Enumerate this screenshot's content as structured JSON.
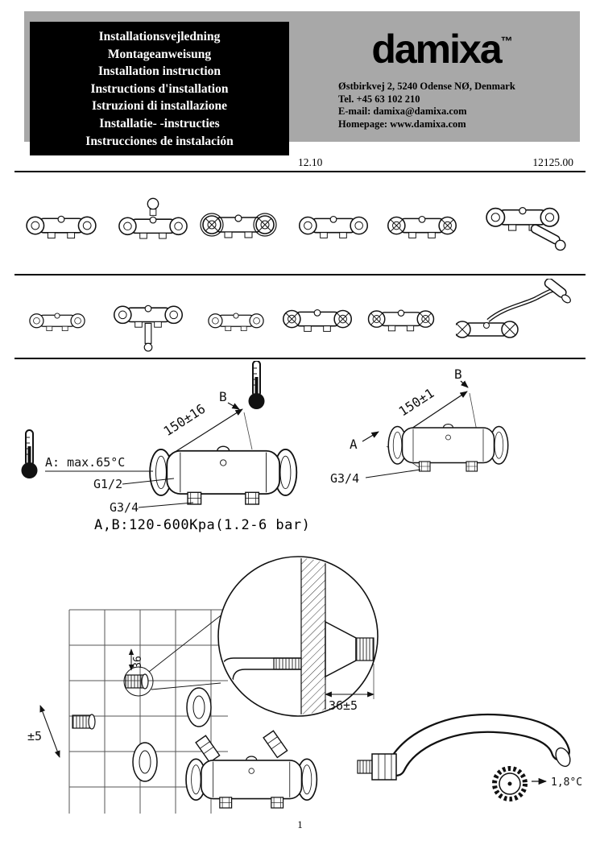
{
  "page": {
    "number": "1"
  },
  "header": {
    "languages": [
      "Installationsvejledning",
      "Montageanweisung",
      "Installation instruction",
      "Instructions d'installation",
      "Istruzioni di installazione",
      "Installatie- -instructies",
      "Instrucciones de instalación"
    ],
    "brand": "damixa",
    "trademark": "™",
    "address_line": "Østbirkvej 2, 5240 Odense NØ, Denmark",
    "phone_line": "Tel. +45 63 102 210",
    "email_line": "E-mail: damixa@damixa.com",
    "homepage_line": "Homepage: www.damixa.com",
    "doc_date": "12.10",
    "doc_number": "12125.00"
  },
  "tech": {
    "left": {
      "label_b": "B",
      "dim_span": "150±16",
      "max_temp": "A:  max.65°C",
      "thread_top": "G1/2",
      "thread_bottom": "G3/4"
    },
    "right": {
      "label_b": "B",
      "label_a": "A",
      "dim_span": "150±1",
      "thread": "G3/4"
    },
    "pressure_note": "A,B:120-600Kpa(1.2-6  bar)"
  },
  "install": {
    "recess_depth": "36",
    "detail_dim": "36±5",
    "offset_dim": "±5",
    "temp_per_tooth": "1,8°C"
  }
}
